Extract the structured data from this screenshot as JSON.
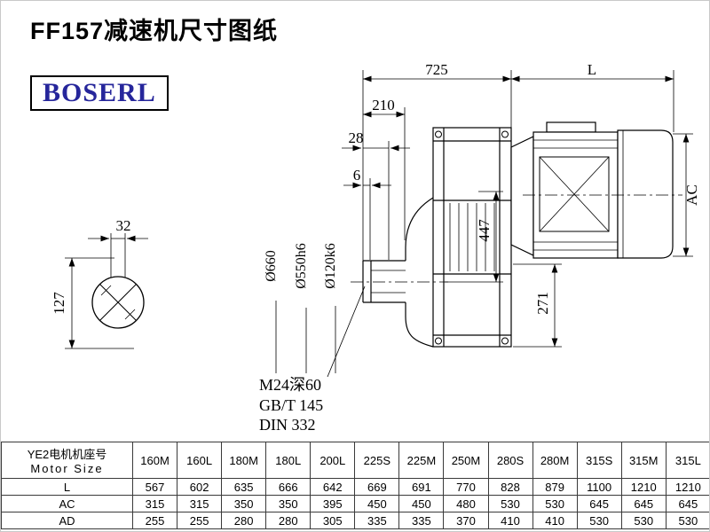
{
  "title": "FF157减速机尺寸图纸",
  "logo": "BOSERL",
  "drawing": {
    "dim_725": "725",
    "dim_L": "L",
    "dim_210": "210",
    "dim_28": "28",
    "dim_6": "6",
    "dim_32": "32",
    "dim_127": "127",
    "dim_447": "447",
    "dim_271": "271",
    "dim_AC": "AC",
    "dia_660": "Ø660",
    "dia_550": "Ø550h6",
    "dia_120": "Ø120k6",
    "thread_note": "M24深60",
    "std_gb": "GB/T 145",
    "std_din": "DIN 332"
  },
  "table": {
    "header_cn": "YE2电机机座号",
    "header_en": "Motor Size",
    "columns": [
      "160M",
      "160L",
      "180M",
      "180L",
      "200L",
      "225S",
      "225M",
      "250M",
      "280S",
      "280M",
      "315S",
      "315M",
      "315L"
    ],
    "rows": [
      {
        "label": "L",
        "values": [
          "567",
          "602",
          "635",
          "666",
          "642",
          "669",
          "691",
          "770",
          "828",
          "879",
          "1100",
          "1210",
          "1210"
        ]
      },
      {
        "label": "AC",
        "values": [
          "315",
          "315",
          "350",
          "350",
          "395",
          "450",
          "450",
          "480",
          "530",
          "530",
          "645",
          "645",
          "645"
        ]
      },
      {
        "label": "AD",
        "values": [
          "255",
          "255",
          "280",
          "280",
          "305",
          "335",
          "335",
          "370",
          "410",
          "410",
          "530",
          "530",
          "530"
        ]
      }
    ]
  }
}
